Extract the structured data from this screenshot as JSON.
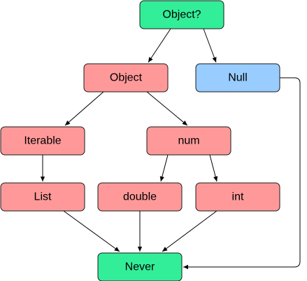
{
  "colors": {
    "top": "#33ee99",
    "bottom": "#33ee99",
    "class": "#ff9999",
    "null": "#99ccff"
  },
  "nodes": {
    "object_nullable": {
      "label": "Object?",
      "fill": "#33ee99"
    },
    "object": {
      "label": "Object",
      "fill": "#ff9999"
    },
    "null": {
      "label": "Null",
      "fill": "#99ccff"
    },
    "iterable": {
      "label": "Iterable",
      "fill": "#ff9999"
    },
    "num": {
      "label": "num",
      "fill": "#ff9999"
    },
    "list": {
      "label": "List",
      "fill": "#ff9999"
    },
    "double": {
      "label": "double",
      "fill": "#ff9999"
    },
    "int": {
      "label": "int",
      "fill": "#ff9999"
    },
    "never": {
      "label": "Never",
      "fill": "#33ee99"
    }
  },
  "edges": [
    {
      "from": "object_nullable",
      "to": "object"
    },
    {
      "from": "object_nullable",
      "to": "null"
    },
    {
      "from": "object",
      "to": "iterable"
    },
    {
      "from": "object",
      "to": "num"
    },
    {
      "from": "iterable",
      "to": "list"
    },
    {
      "from": "num",
      "to": "double"
    },
    {
      "from": "num",
      "to": "int"
    },
    {
      "from": "list",
      "to": "never"
    },
    {
      "from": "double",
      "to": "never"
    },
    {
      "from": "int",
      "to": "never"
    },
    {
      "from": "null",
      "to": "never"
    }
  ]
}
